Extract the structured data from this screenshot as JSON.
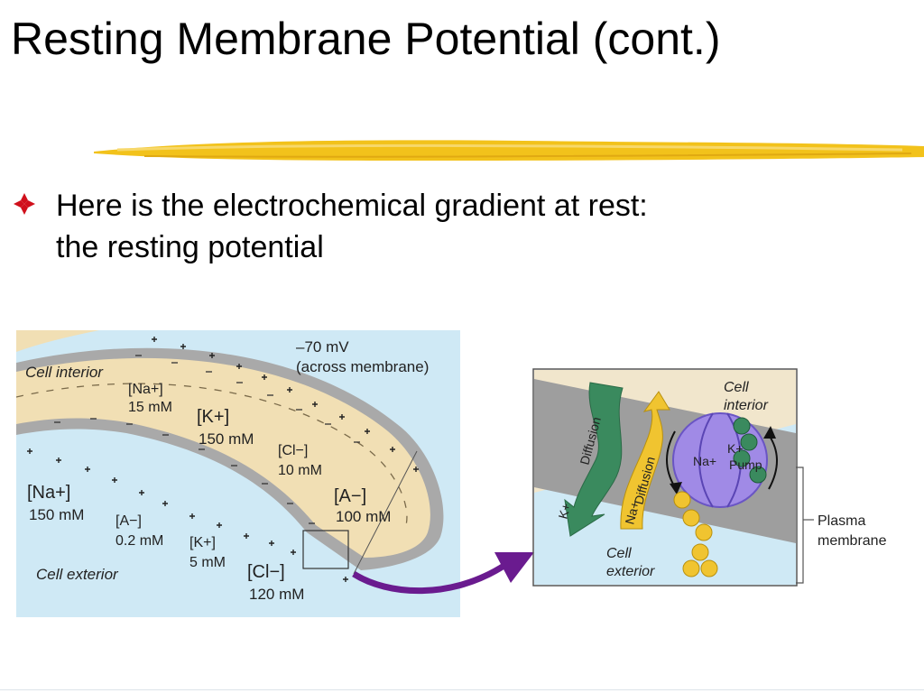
{
  "slide": {
    "title": "Resting Membrane Potential (cont.)",
    "bullet_line1": "Here is the electrochemical gradient at rest:",
    "bullet_line2": "the resting potential",
    "accent_color": "#f2c21b",
    "bullet_color": "#d0101c"
  },
  "left_panel": {
    "voltage_line1": "–70 mV",
    "voltage_line2": "(across membrane)",
    "cell_interior": "Cell interior",
    "cell_exterior": "Cell exterior",
    "na_in_label": "[Na+]",
    "na_in_value": "15 mM",
    "k_in_label": "[K+]",
    "k_in_value": "150 mM",
    "cl_in_label": "[Cl−]",
    "cl_in_value": "10 mM",
    "a_in_label": "[A−]",
    "a_in_value": "100 mM",
    "na_out_label": "[Na+]",
    "na_out_value": "150 mM",
    "a_out_label": "[A−]",
    "a_out_value": "0.2 mM",
    "k_out_label": "[K+]",
    "k_out_value": "5 mM",
    "cl_out_label": "[Cl−]",
    "cl_out_value": "120 mM"
  },
  "right_panel": {
    "cell_interior_1": "Cell",
    "cell_interior_2": "interior",
    "cell_exterior_1": "Cell",
    "cell_exterior_2": "exterior",
    "k_ion": "K+",
    "diffusion": "Diffusion",
    "na_ion": "Na+",
    "na_diffusion": "Diffusion",
    "pump_na": "Na+",
    "pump_k": "K+",
    "pump": "Pump",
    "plasma_1": "Plasma",
    "plasma_2": "membrane"
  }
}
